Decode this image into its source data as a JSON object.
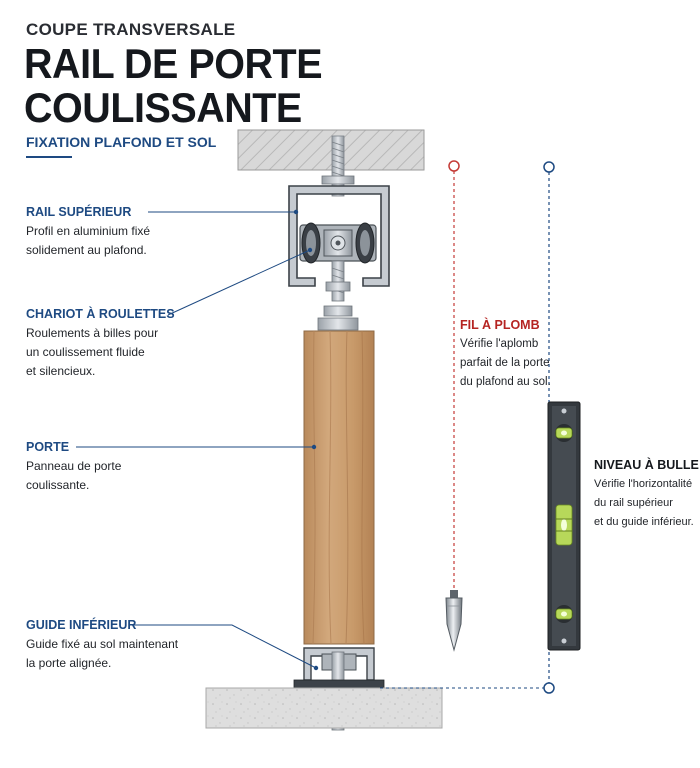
{
  "header": {
    "kicker": "COUPE TRANSVERSALE",
    "title_line1": "RAIL DE PORTE",
    "title_line2": "COULISSANTE",
    "subtitle": "FIXATION PLAFOND ET SOL"
  },
  "callouts": {
    "rail_superieur": {
      "title": "RAIL SUPÉRIEUR",
      "line1": "Profil en aluminium fixé",
      "line2": "solidement au plafond."
    },
    "chariot": {
      "title": "CHARIOT À ROULETTES",
      "line1": "Roulements à billes pour",
      "line2": "un coulissement fluide",
      "line3": "et silencieux."
    },
    "porte": {
      "title": "PORTE",
      "line1": "Panneau de porte",
      "line2": "coulissante."
    },
    "guide": {
      "title": "GUIDE INFÉRIEUR",
      "line1": "Guide fixé au sol maintenant",
      "line2": "la porte alignée."
    },
    "fil_a_plomb": {
      "title": "FIL À PLOMB",
      "line1": "Vérifie l'aplomb",
      "line2": "parfait de la porte",
      "line3": "du plafond au sol."
    },
    "niveau": {
      "title": "NIVEAU À BULLE",
      "line1": "Vérifie l'horizontalité",
      "line2": "du rail supérieur",
      "line3": "et du guide inférieur."
    }
  },
  "colors": {
    "accent_blue": "#1e4a82",
    "accent_red": "#b52422",
    "wood": "#c79a6e",
    "aluminium": "#c9ced4",
    "concrete": "#dcdcdc"
  }
}
